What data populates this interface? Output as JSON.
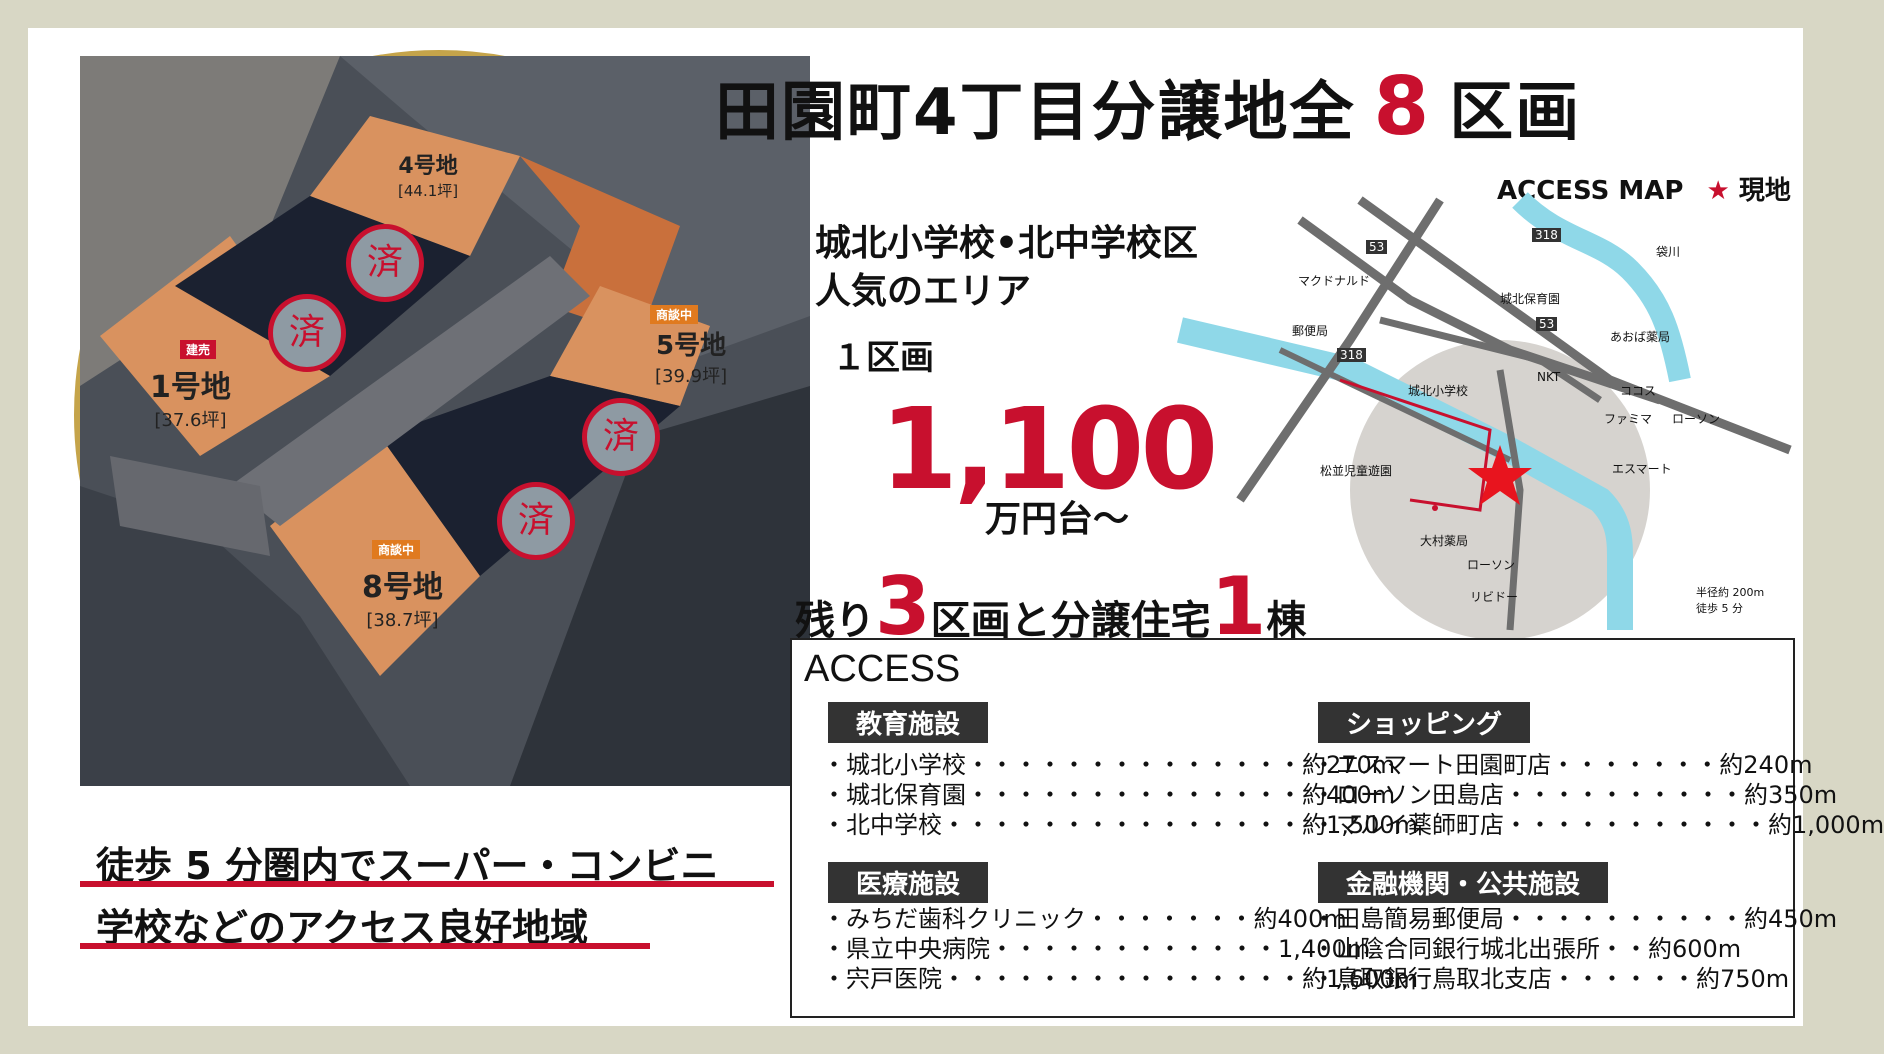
{
  "title": {
    "prefix": "田園町4丁目分譲地全",
    "number": "8",
    "suffix": "区画"
  },
  "school_zone": "城北小学校•北中学校区",
  "popular": "人気のエリア",
  "lot_label": "１区画",
  "price": "1,100",
  "price_unit": "万円台〜",
  "remain": {
    "p1": "残り",
    "n1": "3",
    "p2": "区画と分譲住宅",
    "n2": "1",
    "p3": "棟"
  },
  "map": {
    "title": "ACCESS MAP",
    "star_label": "★",
    "genchi": "現地",
    "places": [
      "マクドナルド",
      "城北保育園",
      "郵便局",
      "あおば薬局",
      "城北小学校",
      "NKT",
      "ココス",
      "ファミマ",
      "ローソン",
      "松並児童遊園",
      "エスマート",
      "大村薬局",
      "ローソン",
      "リビドー",
      "袋川"
    ],
    "route_numbers": [
      "53",
      "318",
      "53",
      "318"
    ],
    "radius_note_1": "半径約 200m",
    "radius_note_2": "徒歩 5 分"
  },
  "lots": [
    {
      "name": "4号地",
      "size": "[44.1坪]"
    },
    {
      "name": "5号地",
      "size": "[39.9坪]",
      "badge": "商談中"
    },
    {
      "name": "1号地",
      "size": "[37.6坪]",
      "badge": "建売"
    },
    {
      "name": "8号地",
      "size": "[38.7坪]",
      "badge": "商談中"
    }
  ],
  "sold_mark": "済",
  "walk": {
    "line1": "徒歩 5 分圏内でスーパー・コンビニ",
    "line2": "学校などのアクセス良好地域"
  },
  "access": {
    "title": "ACCESS",
    "education": {
      "label": "教育施設",
      "items": [
        {
          "name": "・城北小学校",
          "dots": "・・・・・・・・・・・・・・",
          "dist": "約270m"
        },
        {
          "name": "・城北保育園",
          "dots": "・・・・・・・・・・・・・・",
          "dist": "約400m"
        },
        {
          "name": "・北中学校",
          "dots": "・・・・・・・・・・・・・・・",
          "dist": "約1,500m"
        }
      ]
    },
    "medical": {
      "label": "医療施設",
      "items": [
        {
          "name": "・みちだ歯科クリニック",
          "dots": "・・・・・・・",
          "dist": "約400m"
        },
        {
          "name": "・県立中央病院",
          "dots": "・・・・・・・・・・・・",
          "dist": "1,400m"
        },
        {
          "name": "・宍戸医院",
          "dots": "・・・・・・・・・・・・・・・",
          "dist": "約1,600m"
        }
      ]
    },
    "shopping": {
      "label": "ショッピング",
      "items": [
        {
          "name": "・エスマート田園町店",
          "dots": "・・・・・・・",
          "dist": "約240m"
        },
        {
          "name": "・ローソン田島店",
          "dots": "・・・・・・・・・・",
          "dist": "約350m"
        },
        {
          "name": "・マルイ薬師町店",
          "dots": "・・・・・・・・・・・",
          "dist": "約1,000m"
        }
      ]
    },
    "finance": {
      "label": "金融機関・公共施設",
      "items": [
        {
          "name": "・田島簡易郵便局",
          "dots": "・・・・・・・・・・",
          "dist": "約450m"
        },
        {
          "name": "・山陰合同銀行城北出張所",
          "dots": "・・",
          "dist": "約600m"
        },
        {
          "name": "・鳥取銀行鳥取北支店",
          "dots": "・・・・・・",
          "dist": "約750m"
        }
      ]
    }
  }
}
